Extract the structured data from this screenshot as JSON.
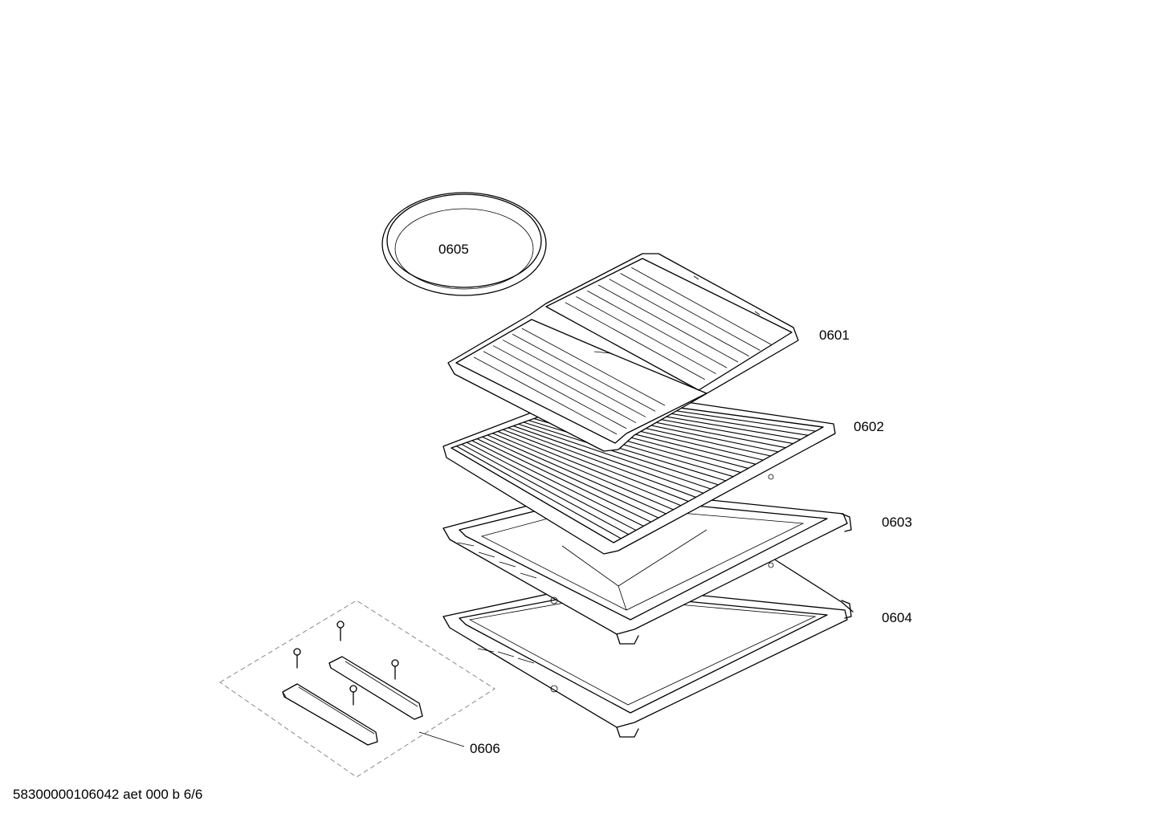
{
  "parts": [
    {
      "id": "pizza-pan",
      "label": "0605"
    },
    {
      "id": "grill-tray",
      "label": "0601"
    },
    {
      "id": "wire-rack",
      "label": "0602"
    },
    {
      "id": "baking-tray",
      "label": "0603"
    },
    {
      "id": "deep-tray",
      "label": "0604"
    },
    {
      "id": "rail-kit",
      "label": "0606"
    }
  ],
  "footer": {
    "text": "58300000106042 aet 000 b 6/6"
  }
}
